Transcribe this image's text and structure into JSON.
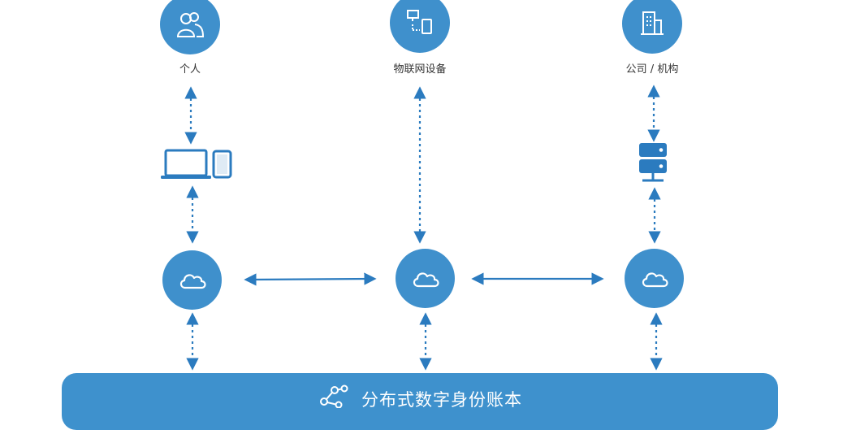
{
  "entities": [
    {
      "label": "个人",
      "icon": "person-icon"
    },
    {
      "label": "物联网设备",
      "icon": "iot-device-icon"
    },
    {
      "label": "公司 / 机构",
      "icon": "building-icon"
    }
  ],
  "devices": [
    {
      "icon": "laptop-phone-icon"
    },
    {
      "icon": "server-icon"
    }
  ],
  "nodes": [
    {
      "icon": "cloud-icon"
    },
    {
      "icon": "cloud-icon"
    },
    {
      "icon": "cloud-icon"
    }
  ],
  "ledger": {
    "title": "分布式数字身份账本",
    "icon": "share-network-icon"
  },
  "colors": {
    "primary": "#3f90cc",
    "arrow": "#2b7bbf",
    "text": "#333333",
    "background": "#ffffff"
  }
}
